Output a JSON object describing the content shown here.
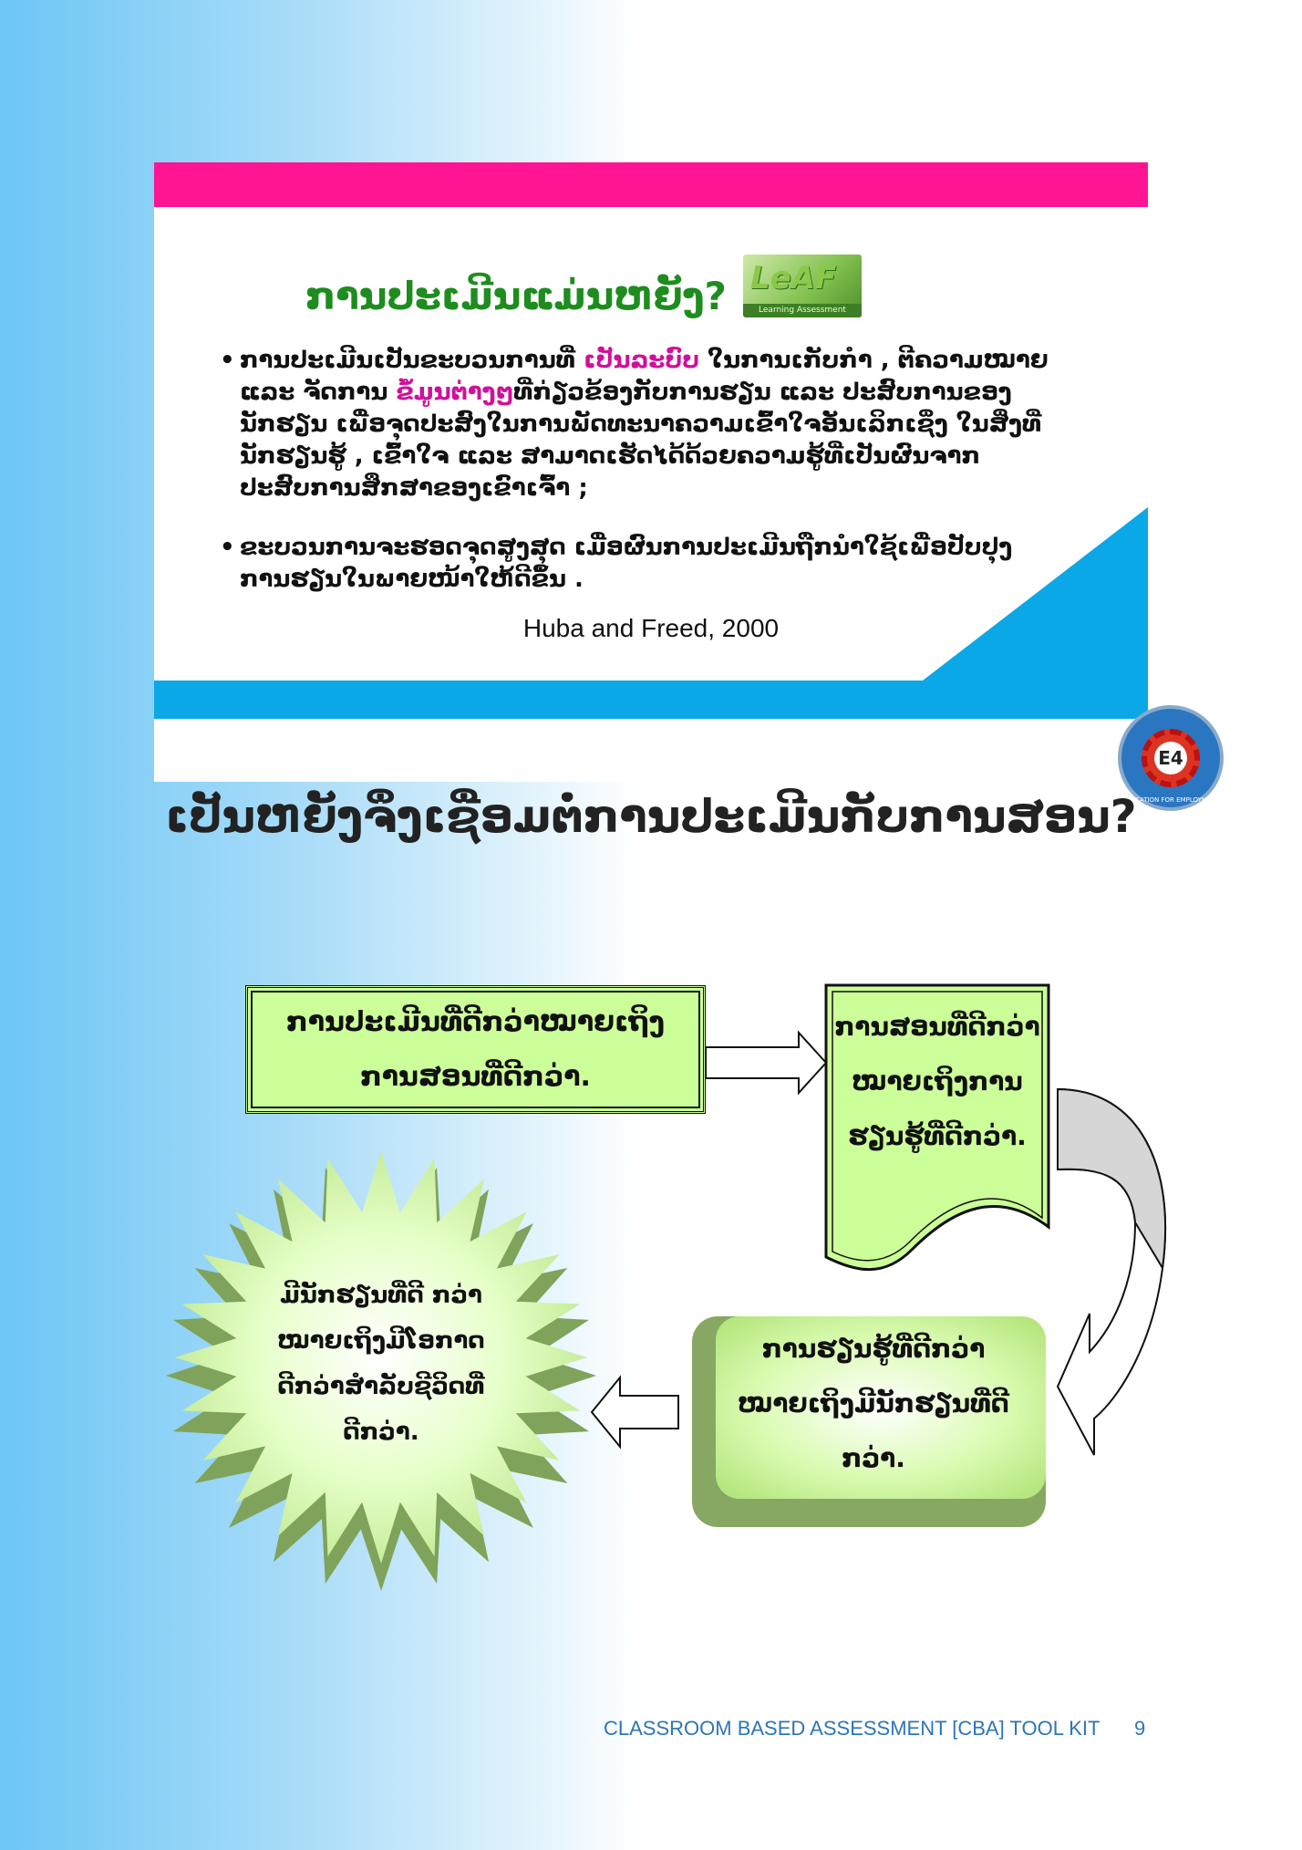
{
  "slide": {
    "title": "ການປະເມີນແມ່ນຫຍັງ?",
    "logo_leaf": {
      "name": "LeAF",
      "subtitle": "Learning Assessment Framework"
    },
    "logo_e4": {
      "mark": "E4",
      "ring_text": "EDUCATION FOR EMPLOYMENT"
    },
    "bullets": [
      {
        "parts": [
          "ການປະເມີນເປັນຂະບວນການທີ່ ",
          "ເປັນລະບົບ",
          " ໃນການເກັບກຳ , ຕີຄວາມໝາຍ ແລະ ຈັດການ ",
          "ຂໍ້ມູນຕ່າງໆ",
          "ທີ່ກ່ຽວຂ້ອງກັບການຮຽນ ແລະ ປະສົບການຂອງນັກຮຽນ ເພື່ອຈຸດປະສົງໃນການພັດທະນາຄວາມເຂົ້າໃຈອັນເລິກເຊິ່ງ ໃນສິ່ງທີ່ນັກຮຽນຮູ້ , ເຂົ້າໃຈ ແລະ ສາມາດເຮັດໄດ້ດ້ວຍຄວາມຮູ້ທີ່ເປັນຜົນຈາກປະສົບການສຶກສາຂອງເຂົາເຈົ້າ ;"
        ]
      },
      {
        "text": "ຂະບວນການຈະຮອດຈຸດສູງສຸດ ເມື່ອຜົນການປະເມີນຖືກນຳໃຊ້ເພື່ອປັບປຸງການຮຽນໃນພາຍໜ້າໃຫ້ດີຂຶ້ນ ."
      }
    ],
    "citation": "Huba and Freed,  2000",
    "colors": {
      "pink": "#ff1493",
      "blue": "#0aa8e6",
      "title_green": "#1e8c1e",
      "highlight": "#d0109a"
    }
  },
  "heading": "ເປັນຫຍັງຈຶ່ງເຊື່ອມຕໍ່ການປະເມີນກັບການສອນ?",
  "diagram": {
    "box1": "ການປະເມີນທີ່ດີກວ່າໝາຍເຖິງການສອນທີ່ດີກວ່າ.",
    "box2": "ການສອນທີ່ດີກວ່າໝາຍເຖິງການຮຽນຮູ້ທີ່ດີກວ່າ.",
    "box3": "ການຮຽນຮູ້ທີ່ດີກວ່າໝາຍເຖິງມີນັກຮຽນທີ່ດີກວ່າ.",
    "star": "ມີນັກຮຽນທີ່ດີ ກວ່າໝາຍເຖິງມີໂອກາດດີກວ່າສຳລັບຊີວິດທີ່ດີກວ່າ.",
    "colors": {
      "box_fill": "#ccff99",
      "shape_dark": "#7fa35a"
    }
  },
  "footer": {
    "text": "CLASSROOM BASED ASSESSMENT [CBA] TOOL KIT",
    "page": "9"
  }
}
